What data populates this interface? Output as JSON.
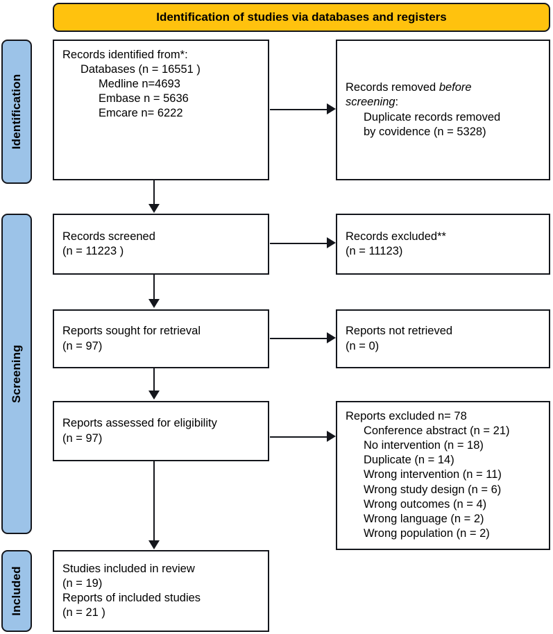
{
  "diagram": {
    "type": "prisma-flow-diagram",
    "banner": {
      "label": "Identification of studies via databases and registers",
      "color": "#FFC20E"
    },
    "phases": [
      {
        "key": "identification",
        "label": "Identification",
        "color": "#9CC3E8"
      },
      {
        "key": "screening",
        "label": "Screening",
        "color": "#9CC3E8"
      },
      {
        "key": "included",
        "label": "Included",
        "color": "#9CC3E8"
      }
    ],
    "boxes": {
      "records_identified": {
        "lines": [
          "Records identified from*:",
          "Databases (n = 16551 )",
          "Medline n=4693",
          "Embase n = 5636",
          "Emcare n= 6222"
        ]
      },
      "records_removed": {
        "line1_plain": "Records removed ",
        "line1_italic": "before",
        "line2_italic": "screening",
        "line2_plain": ":",
        "line3": "Duplicate records removed",
        "line4": "by covidence (n = 5328)"
      },
      "records_screened": {
        "lines": [
          "Records screened",
          "(n = 11223 )"
        ]
      },
      "records_excluded": {
        "lines": [
          "Records excluded**",
          "(n = 11123)"
        ]
      },
      "reports_sought": {
        "lines": [
          "Reports sought for retrieval",
          "(n = 97)"
        ]
      },
      "reports_not_retrieved": {
        "lines": [
          "Reports not retrieved",
          "(n = 0)"
        ]
      },
      "reports_assessed": {
        "lines": [
          "Reports assessed for eligibility",
          "(n = 97)"
        ]
      },
      "reports_excluded": {
        "heading": "Reports excluded n= 78",
        "reasons": [
          "Conference abstract (n = 21)",
          "No intervention (n = 18)",
          "Duplicate (n = 14)",
          "Wrong intervention (n = 11)",
          "Wrong study design (n = 6)",
          "Wrong outcomes (n = 4)",
          "Wrong language (n = 2)",
          "Wrong population (n = 2)"
        ]
      },
      "studies_included": {
        "lines": [
          "Studies included in review",
          "(n = 19)",
          "Reports of included studies",
          "(n = 21 )"
        ]
      }
    }
  }
}
